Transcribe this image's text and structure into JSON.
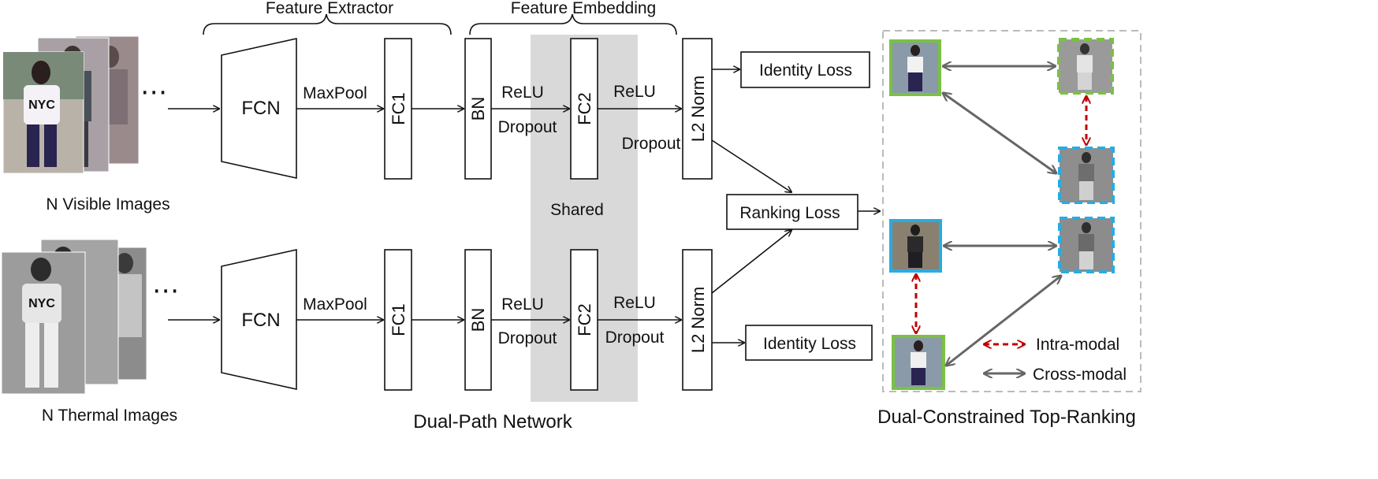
{
  "sections": {
    "feature_extractor": "Feature Extractor",
    "feature_embedding": "Feature Embedding",
    "dual_path": "Dual-Path Network",
    "top_ranking": "Dual-Constrained Top-Ranking"
  },
  "inputs": {
    "visible": "N Visible Images",
    "thermal": "N Thermal Images",
    "ellipsis": "⋯",
    "shirt_text": "NYC"
  },
  "blocks": {
    "fcn": "FCN",
    "fc1": "FC1",
    "bn": "BN",
    "fc2": "FC2",
    "l2": "L2 Norm"
  },
  "edges": {
    "maxpool": "MaxPool",
    "relu": "ReLU",
    "dropout": "Dropout"
  },
  "shared": "Shared",
  "losses": {
    "identity": "Identity Loss",
    "ranking": "Ranking Loss"
  },
  "legend": {
    "intra": "Intra-modal",
    "cross": "Cross-modal"
  },
  "colors": {
    "visible_border": "#7ac143",
    "thermal_border": "#29abe2",
    "intra_arrow": "#c00000",
    "cross_arrow": "#666666",
    "shared_fill": "#d9d9d9"
  }
}
